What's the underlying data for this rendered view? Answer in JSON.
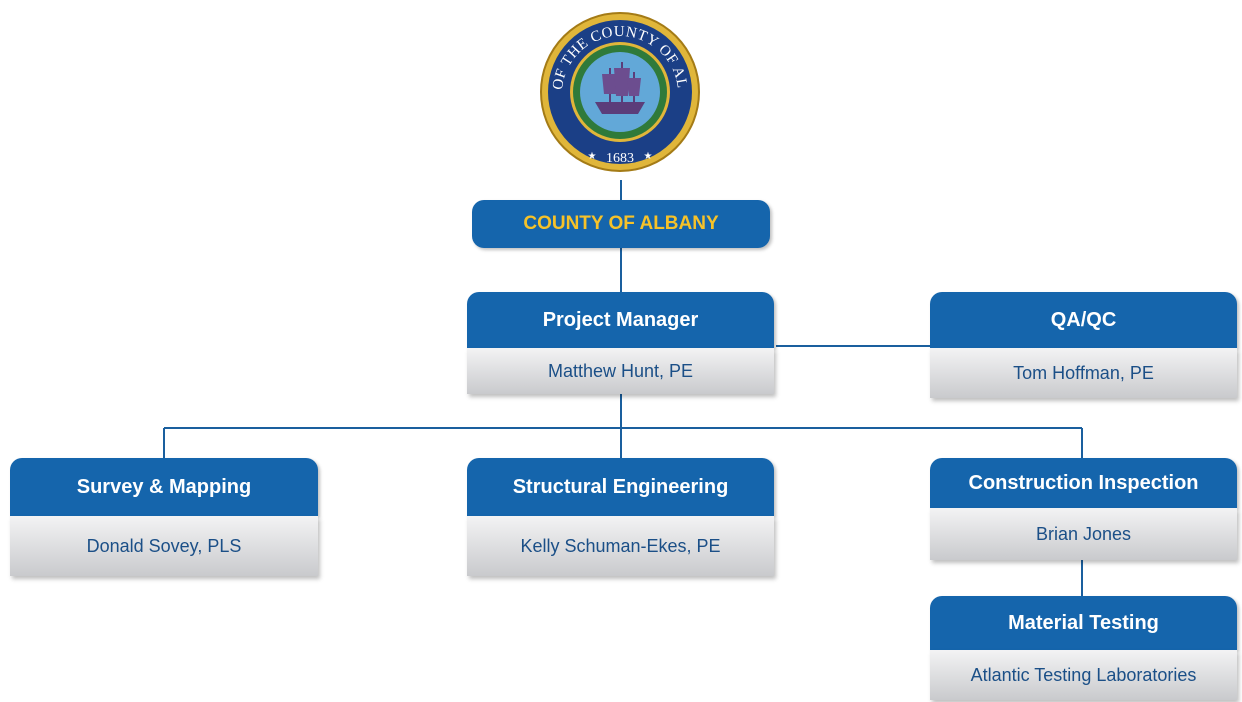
{
  "seal": {
    "ring_text": "SEAL OF THE COUNTY OF ALBANY",
    "year": "1683",
    "icon": "ship-icon"
  },
  "county": {
    "label": "COUNTY OF ALBANY"
  },
  "project_manager": {
    "title": "Project Manager",
    "name": "Matthew Hunt, PE"
  },
  "qa_qc": {
    "title": "QA/QC",
    "name": "Tom Hoffman, PE"
  },
  "survey_mapping": {
    "title": "Survey & Mapping",
    "name": "Donald Sovey, PLS"
  },
  "structural_engineering": {
    "title": "Structural Engineering",
    "name": "Kelly Schuman-Ekes, PE"
  },
  "construction_inspection": {
    "title": "Construction Inspection",
    "name": "Brian Jones"
  },
  "material_testing": {
    "title": "Material Testing",
    "name": "Atlantic Testing Laboratories"
  },
  "colors": {
    "header_blue": "#1565ac",
    "county_text_gold": "#f6c229",
    "name_text_blue": "#1b4f87",
    "connector_blue": "#1a5f9e"
  }
}
